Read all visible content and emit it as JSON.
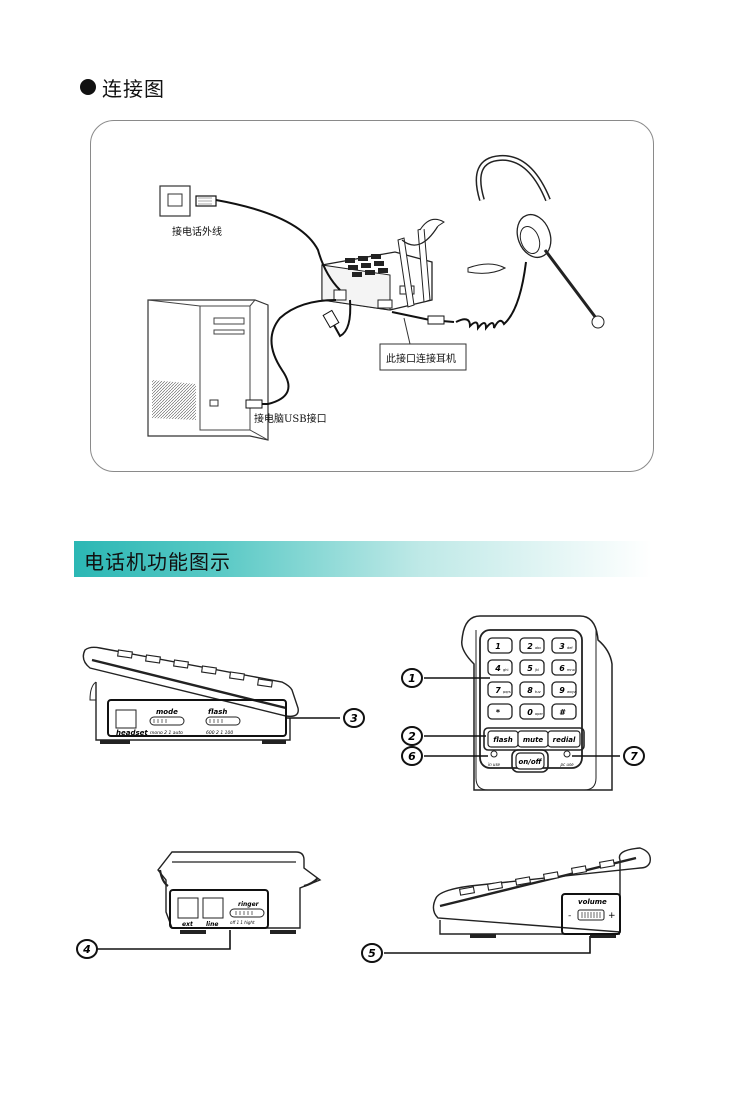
{
  "section1": {
    "title": "连接图"
  },
  "connection_labels": {
    "phone_line": "接电话外线",
    "headset_port": "此接口连接耳机",
    "usb_port": "接电脑USB接口"
  },
  "section2": {
    "title": "电话机功能图示"
  },
  "keypad": {
    "keys": [
      {
        "num": "1",
        "sub": ""
      },
      {
        "num": "2",
        "sub": "abc"
      },
      {
        "num": "3",
        "sub": "def"
      },
      {
        "num": "4",
        "sub": "ghi"
      },
      {
        "num": "5",
        "sub": "jkl"
      },
      {
        "num": "6",
        "sub": "mno"
      },
      {
        "num": "7",
        "sub": "pqrs"
      },
      {
        "num": "8",
        "sub": "tuv"
      },
      {
        "num": "9",
        "sub": "wxyz"
      },
      {
        "num": "*",
        "sub": ""
      },
      {
        "num": "0",
        "sub": "oper"
      },
      {
        "num": "#",
        "sub": ""
      }
    ],
    "function_keys": [
      "flash",
      "mute",
      "redial"
    ],
    "onoff": "on/off",
    "in_use": "in use",
    "pc_use": "pc use"
  },
  "side_panel": {
    "headset": "headset",
    "mode": "mode",
    "flash": "flash",
    "mode_opts": "mono 2 1 auto",
    "flash_opts": "600 2 1 100"
  },
  "back_panel": {
    "ext": "ext",
    "line": "line",
    "ringer": "ringer",
    "ringer_opts": "off 1 1 hight"
  },
  "volume_panel": {
    "volume": "volume",
    "minus": "-",
    "plus": "+"
  },
  "callouts": [
    "1",
    "2",
    "3",
    "4",
    "5",
    "6",
    "7"
  ]
}
